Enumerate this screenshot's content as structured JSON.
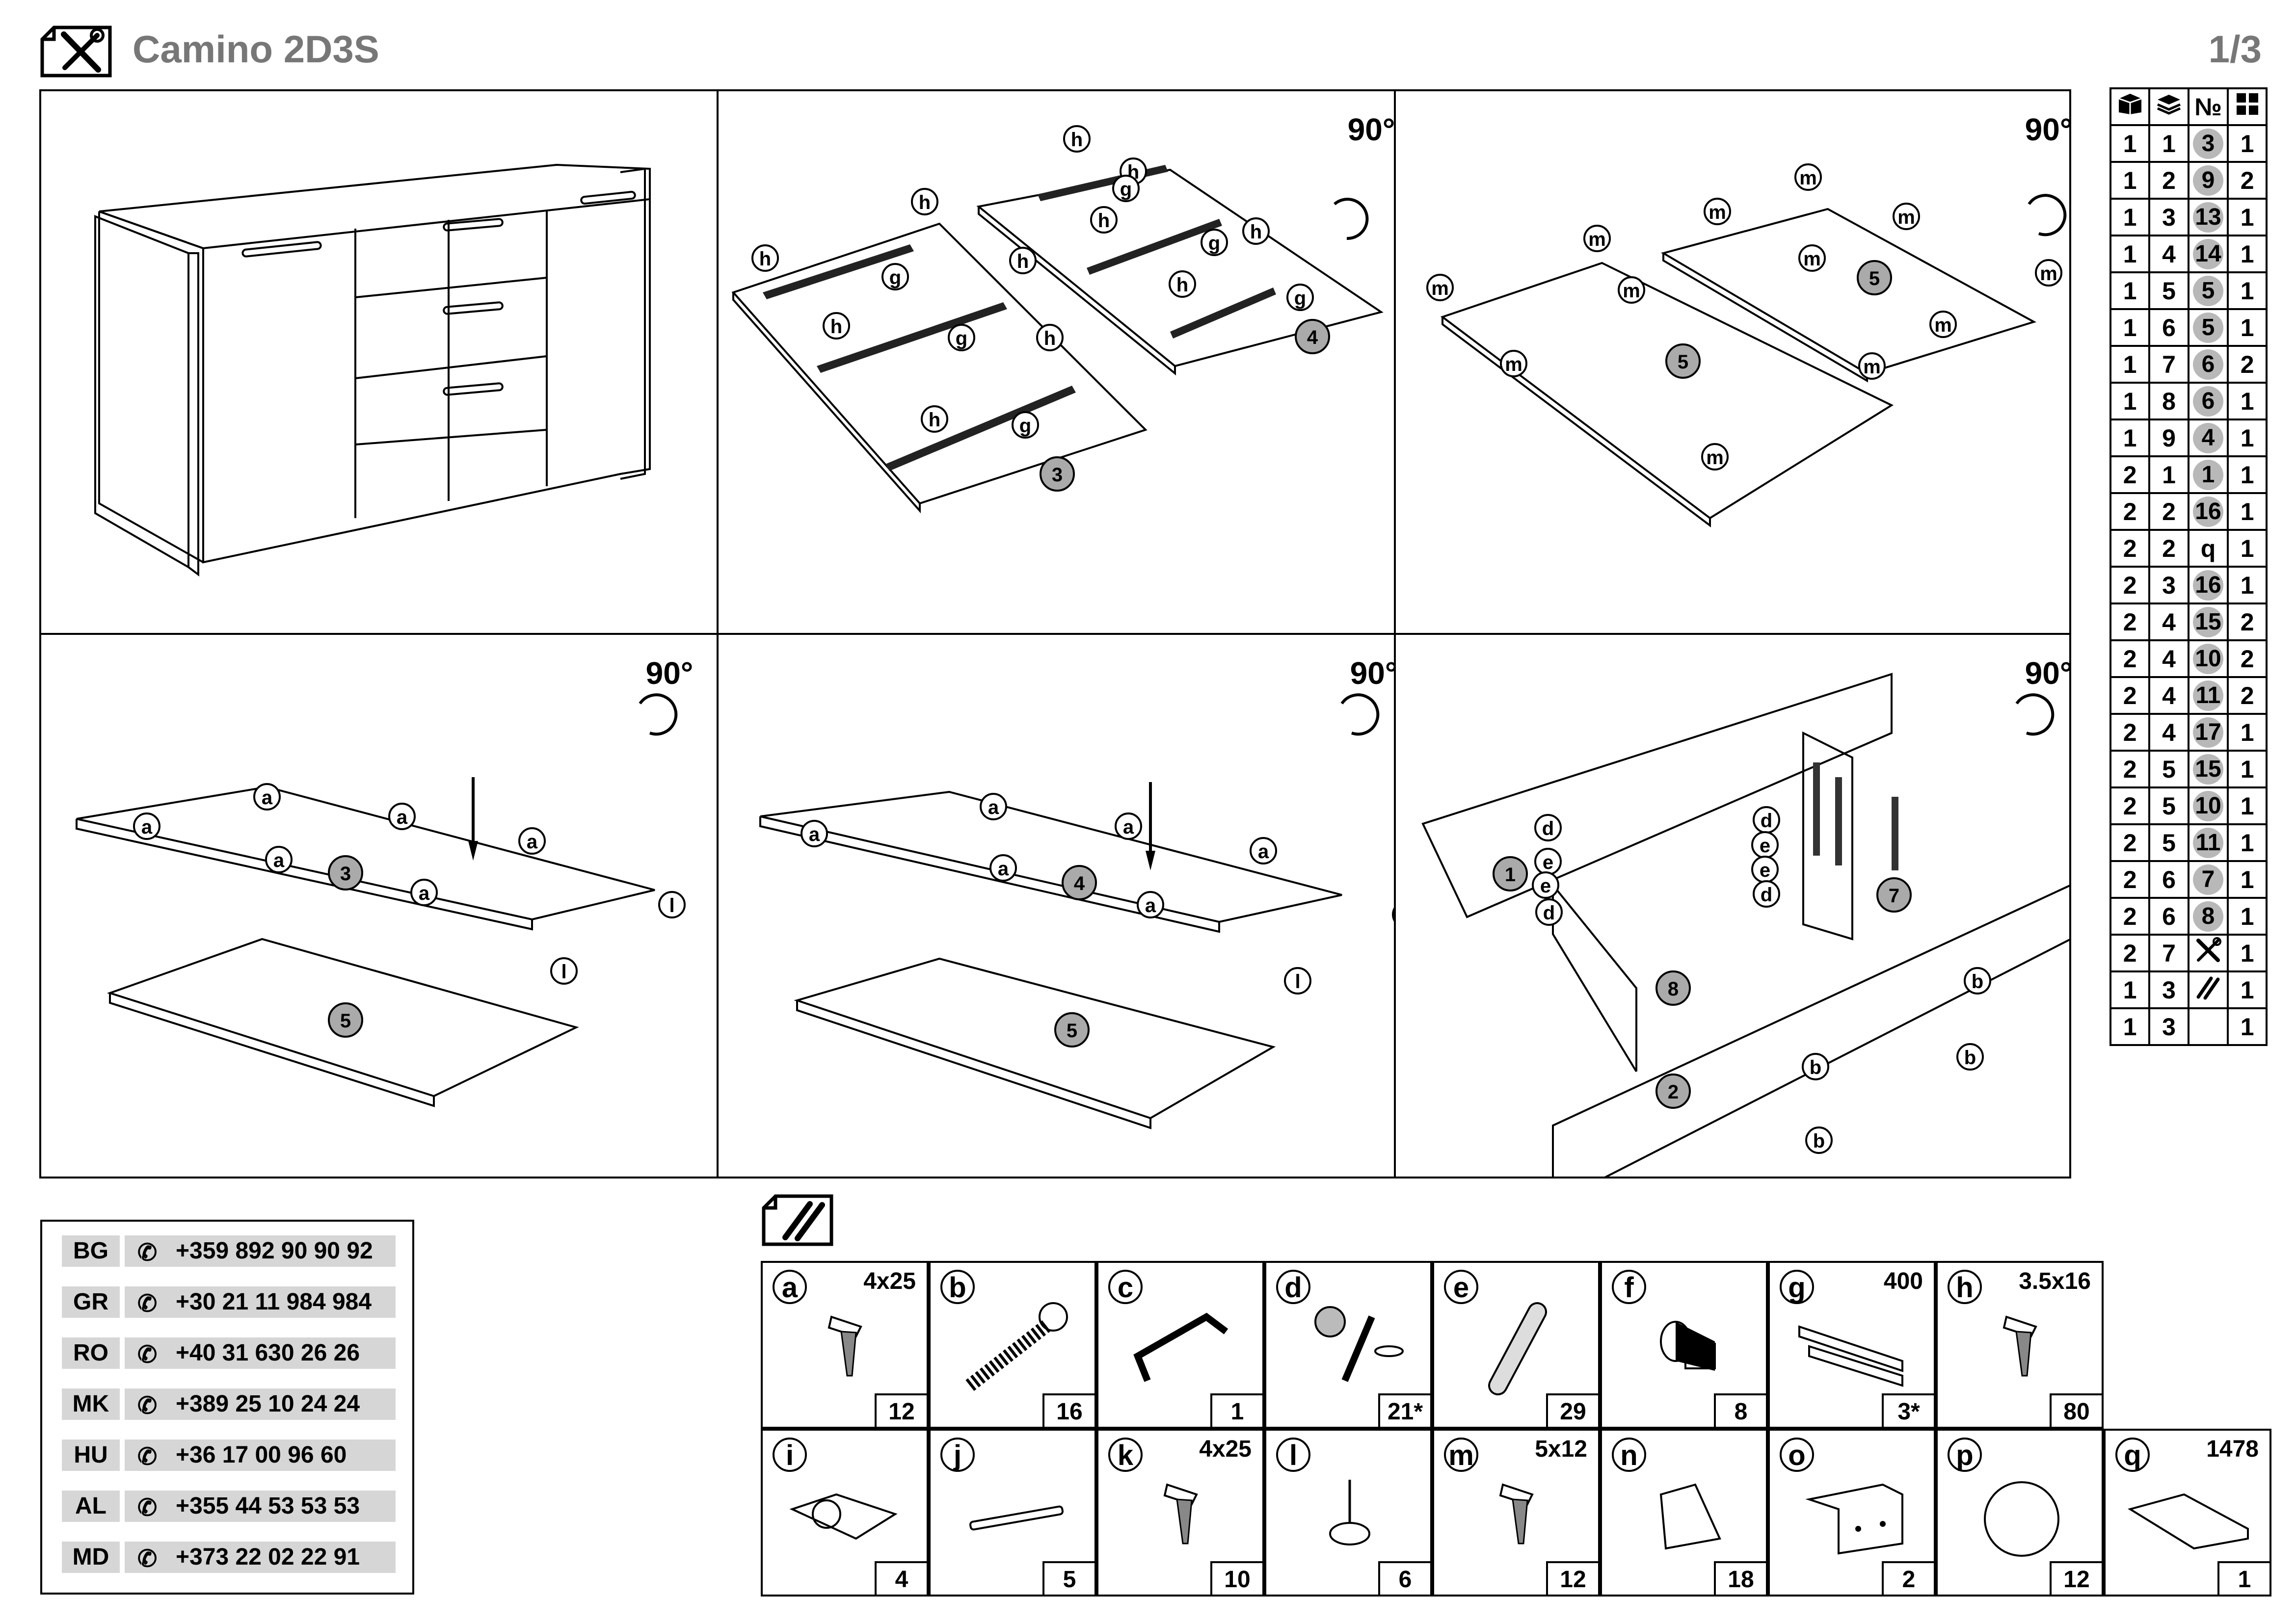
{
  "header": {
    "title": "Camino 2D3S",
    "page": "1/3"
  },
  "steps": {
    "rotate_label": "90°",
    "p2": {
      "h": "h",
      "g": "g",
      "n3": "3",
      "n4": "4"
    },
    "p3": {
      "m": "m",
      "n5": "5"
    },
    "p4": {
      "a": "a",
      "l": "l",
      "n3": "3",
      "n5": "5"
    },
    "p5": {
      "a": "a",
      "l": "l",
      "n4": "4",
      "n5": "5"
    },
    "p6": {
      "b": "b",
      "d": "d",
      "e": "e",
      "n1": "1",
      "n2": "2",
      "n7": "7",
      "n8": "8"
    }
  },
  "parts_table": {
    "headers": [
      "box-icon",
      "stack-icon",
      "№",
      "grid-icon"
    ],
    "header_no": "№",
    "rows": [
      {
        "c1": "1",
        "c2": "1",
        "c3": "3",
        "c4": "1",
        "circled": true
      },
      {
        "c1": "1",
        "c2": "2",
        "c3": "9",
        "c4": "2",
        "circled": true
      },
      {
        "c1": "1",
        "c2": "3",
        "c3": "13",
        "c4": "1",
        "circled": true
      },
      {
        "c1": "1",
        "c2": "4",
        "c3": "14",
        "c4": "1",
        "circled": true
      },
      {
        "c1": "1",
        "c2": "5",
        "c3": "5",
        "c4": "1",
        "circled": true
      },
      {
        "c1": "1",
        "c2": "6",
        "c3": "5",
        "c4": "1",
        "circled": true
      },
      {
        "c1": "1",
        "c2": "7",
        "c3": "6",
        "c4": "2",
        "circled": true
      },
      {
        "c1": "1",
        "c2": "8",
        "c3": "6",
        "c4": "1",
        "circled": true
      },
      {
        "c1": "1",
        "c2": "9",
        "c3": "4",
        "c4": "1",
        "circled": true
      },
      {
        "c1": "2",
        "c2": "1",
        "c3": "1",
        "c4": "1",
        "circled": true
      },
      {
        "c1": "2",
        "c2": "2",
        "c3": "16",
        "c4": "1",
        "circled": true
      },
      {
        "c1": "2",
        "c2": "2",
        "c3": "q",
        "c4": "1",
        "circled": false
      },
      {
        "c1": "2",
        "c2": "3",
        "c3": "16",
        "c4": "1",
        "circled": true
      },
      {
        "c1": "2",
        "c2": "4",
        "c3": "15",
        "c4": "2",
        "circled": true
      },
      {
        "c1": "2",
        "c2": "4",
        "c3": "10",
        "c4": "2",
        "circled": true
      },
      {
        "c1": "2",
        "c2": "4",
        "c3": "11",
        "c4": "2",
        "circled": true
      },
      {
        "c1": "2",
        "c2": "4",
        "c3": "17",
        "c4": "1",
        "circled": true
      },
      {
        "c1": "2",
        "c2": "5",
        "c3": "15",
        "c4": "1",
        "circled": true
      },
      {
        "c1": "2",
        "c2": "5",
        "c3": "10",
        "c4": "1",
        "circled": true
      },
      {
        "c1": "2",
        "c2": "5",
        "c3": "11",
        "c4": "1",
        "circled": true
      },
      {
        "c1": "2",
        "c2": "6",
        "c3": "7",
        "c4": "1",
        "circled": true
      },
      {
        "c1": "2",
        "c2": "6",
        "c3": "8",
        "c4": "1",
        "circled": true
      },
      {
        "c1": "2",
        "c2": "7",
        "c3": "tools-icon",
        "c4": "1",
        "circled": false
      },
      {
        "c1": "1",
        "c2": "3",
        "c3": "hardware-icon",
        "c4": "1",
        "circled": false
      },
      {
        "c1": "1",
        "c2": "3",
        "c3": "",
        "c4": "1",
        "circled": false
      }
    ]
  },
  "phones": [
    {
      "code": "BG",
      "number": "+359 892 90 90 92"
    },
    {
      "code": "GR",
      "number": "+30 21 11 984 984"
    },
    {
      "code": "RO",
      "number": "+40 31 630 26 26"
    },
    {
      "code": "MK",
      "number": "+389 25 10 24 24"
    },
    {
      "code": "HU",
      "number": "+36 17 00 96 60"
    },
    {
      "code": "AL",
      "number": "+355 44 53 53 53"
    },
    {
      "code": "MD",
      "number": "+373 22 02 22 91"
    }
  ],
  "hardware": [
    {
      "letter": "a",
      "size": "4x25",
      "qty": "12",
      "icon": "screw-icon"
    },
    {
      "letter": "b",
      "size": "",
      "qty": "16",
      "icon": "confirmat-screw-icon"
    },
    {
      "letter": "c",
      "size": "",
      "qty": "1",
      "icon": "hex-key-icon"
    },
    {
      "letter": "d",
      "size": "",
      "qty": "21*",
      "icon": "cam-lock-icon"
    },
    {
      "letter": "e",
      "size": "",
      "qty": "29",
      "icon": "dowel-icon"
    },
    {
      "letter": "f",
      "size": "",
      "qty": "8",
      "icon": "shelf-pin-icon"
    },
    {
      "letter": "g",
      "size": "400",
      "qty": "3*",
      "icon": "drawer-slide-icon"
    },
    {
      "letter": "h",
      "size": "3.5x16",
      "qty": "80",
      "icon": "screw-icon"
    },
    {
      "letter": "i",
      "size": "",
      "qty": "4",
      "icon": "hinge-icon"
    },
    {
      "letter": "j",
      "size": "",
      "qty": "5",
      "icon": "handle-icon"
    },
    {
      "letter": "k",
      "size": "4x25",
      "qty": "10",
      "icon": "screw-icon"
    },
    {
      "letter": "l",
      "size": "",
      "qty": "6",
      "icon": "nail-glide-icon"
    },
    {
      "letter": "m",
      "size": "5x12",
      "qty": "12",
      "icon": "screw-icon"
    },
    {
      "letter": "n",
      "size": "",
      "qty": "18",
      "icon": "corner-bracket-icon"
    },
    {
      "letter": "o",
      "size": "",
      "qty": "2",
      "icon": "angle-bracket-icon"
    },
    {
      "letter": "p",
      "size": "",
      "qty": "12",
      "icon": "cap-icon"
    },
    {
      "letter": "q",
      "size": "1478",
      "qty": "1",
      "icon": "profile-icon"
    }
  ]
}
